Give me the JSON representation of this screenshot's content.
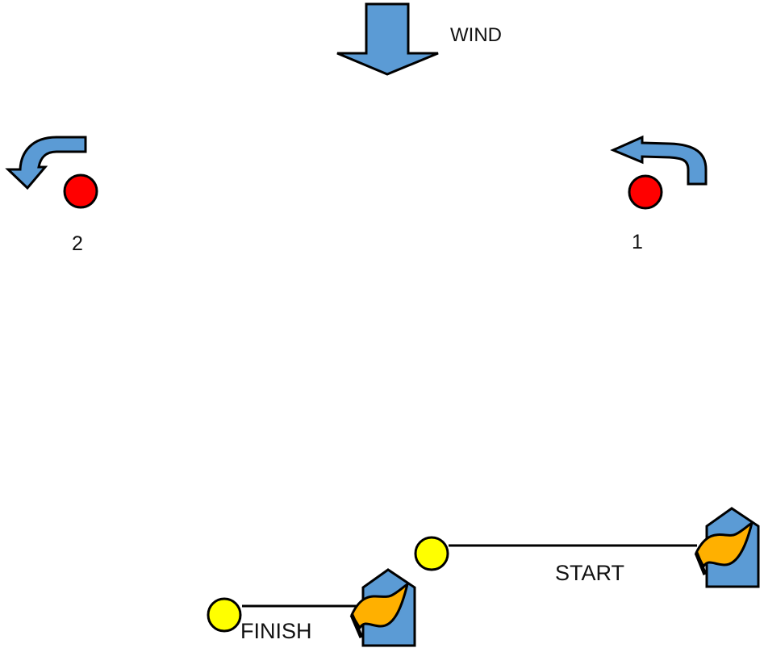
{
  "wind": {
    "label": "WIND",
    "direction": "down"
  },
  "marks": [
    {
      "number": "1",
      "color": "#ff0000",
      "rounding": "counter-clockwise",
      "icon": "curved-arrow-icon"
    },
    {
      "number": "2",
      "color": "#ff0000",
      "rounding": "counter-clockwise",
      "icon": "curved-arrow-icon"
    }
  ],
  "lines": [
    {
      "label": "START",
      "buoy_color": "#ffff00",
      "committee_boat_icon": "flag-boat-icon"
    },
    {
      "label": "FINISH",
      "buoy_color": "#ffff00",
      "committee_boat_icon": "flag-boat-icon"
    }
  ],
  "colors": {
    "arrow_fill": "#5b9bd5",
    "boat_fill": "#5b9bd5",
    "flag_fill": "#ffb000",
    "outline": "#000000"
  }
}
